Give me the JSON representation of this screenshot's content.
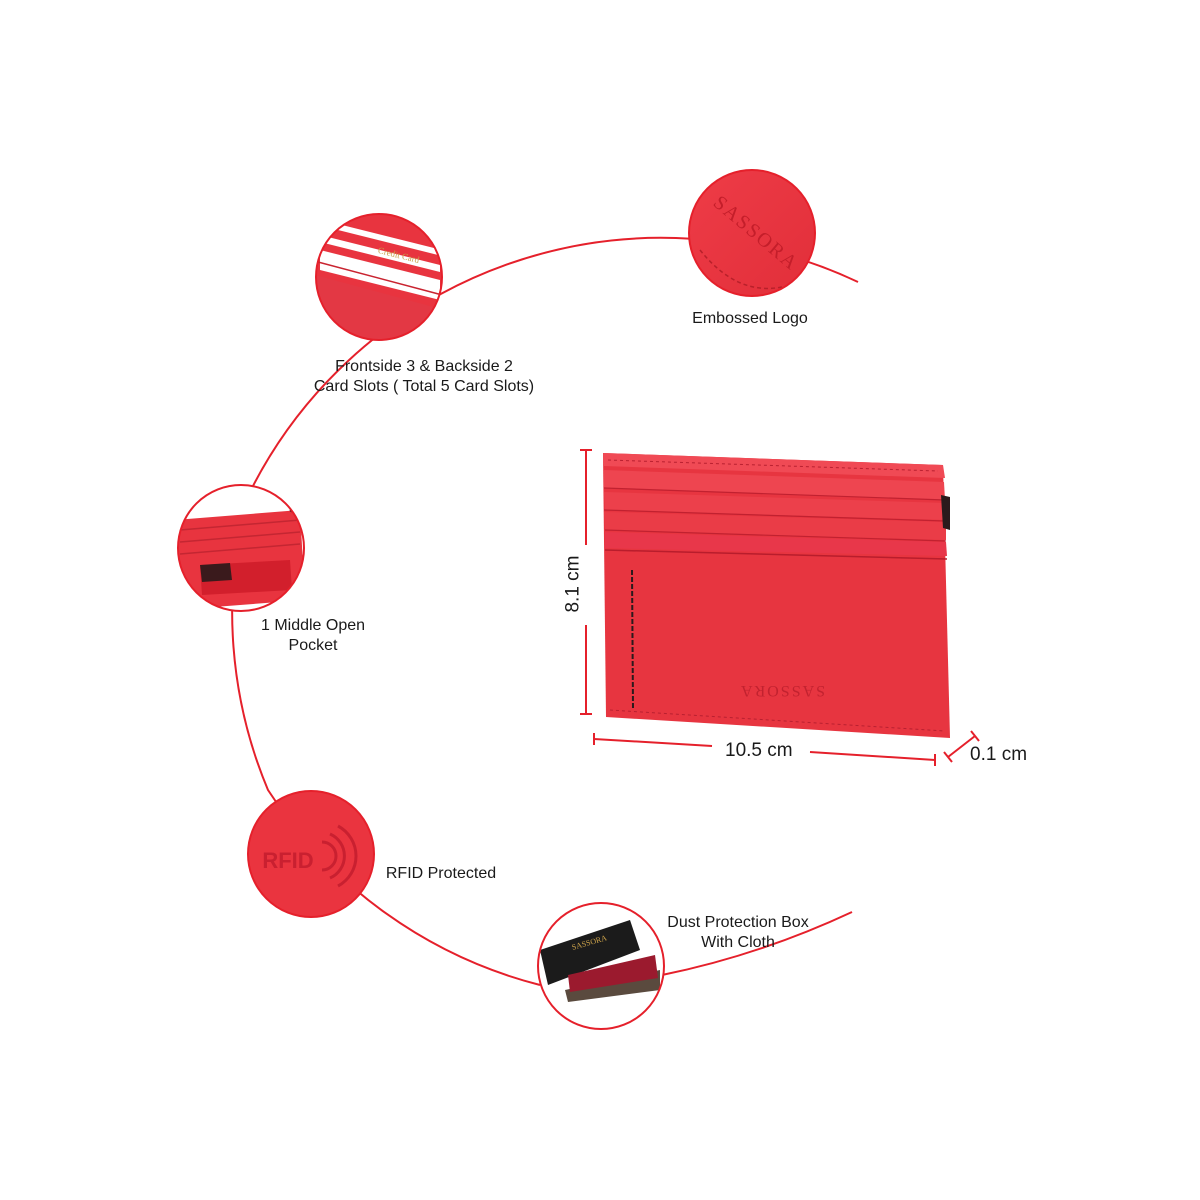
{
  "colors": {
    "accent": "#e5202b",
    "leather": "#e8343f",
    "leather_dark": "#d42a35",
    "box": "#1b1b1b"
  },
  "features": {
    "embossed_logo": {
      "label": "Embossed Logo",
      "icon": "embossed-logo-closeup",
      "emboss_text": "SASSORA"
    },
    "card_slots": {
      "line1": "Frontside 3 & Backside 2",
      "line2": "Card Slots ( Total 5 Card Slots)",
      "icon": "card-slots-closeup",
      "card_text": "Credit Card"
    },
    "middle_pocket": {
      "line1": "1 Middle Open",
      "line2": "Pocket",
      "icon": "open-pocket-closeup"
    },
    "rfid": {
      "label": "RFID Protected",
      "icon": "rfid-emboss-closeup",
      "emboss_text": "RFID"
    },
    "dust_box": {
      "line1": "Dust Protection Box",
      "line2": "With Cloth",
      "icon": "gift-box-closeup",
      "box_text": "SASSORA"
    }
  },
  "product": {
    "brand_emboss": "SASSORA"
  },
  "dimensions": {
    "height": "8.1 cm",
    "width": "10.5 cm",
    "depth": "0.1 cm"
  }
}
